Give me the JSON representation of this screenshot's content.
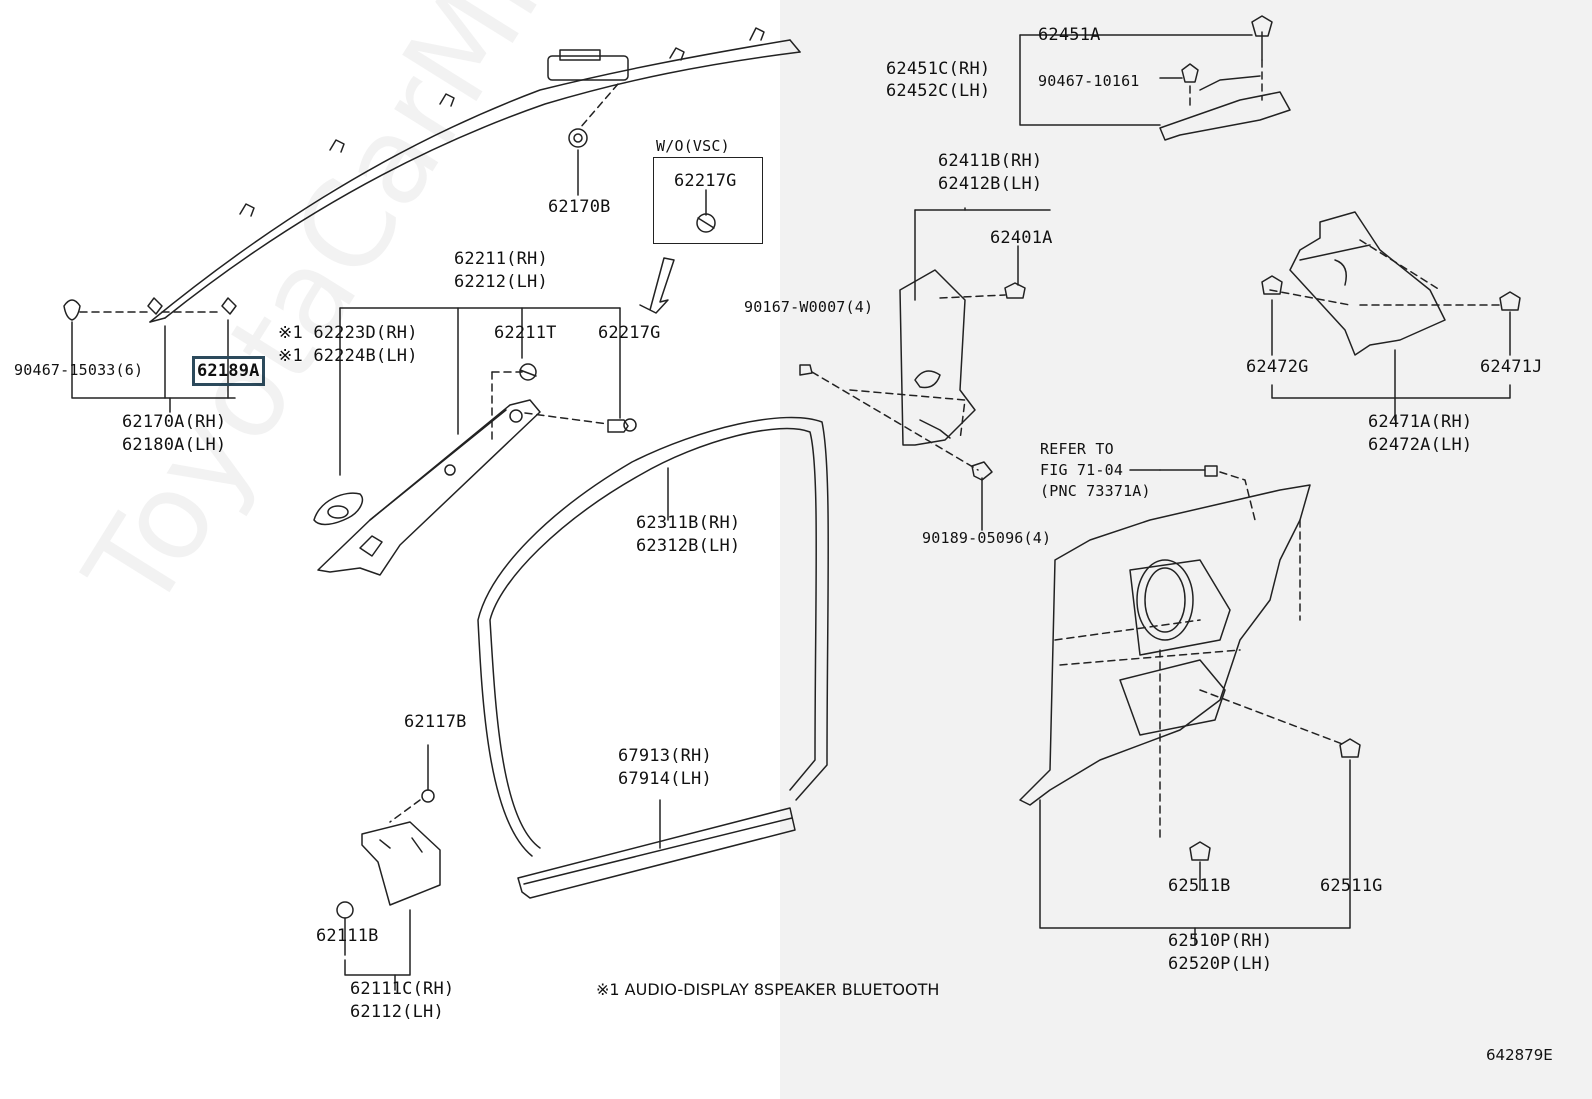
{
  "labels": {
    "p62451A": "62451A",
    "p62451C": "62451C(RH)",
    "p62452C": "62452C(LH)",
    "p90467_10161": "90467-10161",
    "p62411B": "62411B(RH)",
    "p62412B": "62412B(LH)",
    "p62401A": "62401A",
    "p90167": "90167-W0007(4)",
    "p62472G": "62472G",
    "p62471J": "62471J",
    "p62471A": "62471A(RH)",
    "p62472A": "62472A(LH)",
    "refer1": "REFER TO",
    "refer2": "FIG 71-04",
    "refer3": "(PNC 73371A)",
    "p90189": "90189-05096(4)",
    "p62511B": "62511B",
    "p62511G": "62511G",
    "p62510P": "62510P(RH)",
    "p62520P": "62520P(LH)",
    "p62170B": "62170B",
    "wovsc": "W/O(VSC)",
    "p62217G_box": "62217G",
    "p62211": "62211(RH)",
    "p62212": "62212(LH)",
    "p62223D": "※1 62223D(RH)",
    "p62224B": "※1 62224B(LH)",
    "p62211T": "62211T",
    "p62217G": "62217G",
    "p90467_15033": "90467-15033(6)",
    "p62189A": "62189A",
    "p62170A": "62170A(RH)",
    "p62180A": "62180A(LH)",
    "p62311B": "62311B(RH)",
    "p62312B": "62312B(LH)",
    "p62117B": "62117B",
    "p67913": "67913(RH)",
    "p67914": "67914(LH)",
    "p62111B": "62111B",
    "p62111C": "62111C(RH)",
    "p62112": "62112(LH)"
  },
  "footnote": "※1   AUDIO-DISPLAY 8SPEAKER BLUETOOTH",
  "figure_code": "642879E",
  "watermark": "ToyotaCarMine.ru",
  "colors": {
    "line": "#222222",
    "highlight_border": "#2c4a5c",
    "right_background": "#f2f2f2"
  }
}
